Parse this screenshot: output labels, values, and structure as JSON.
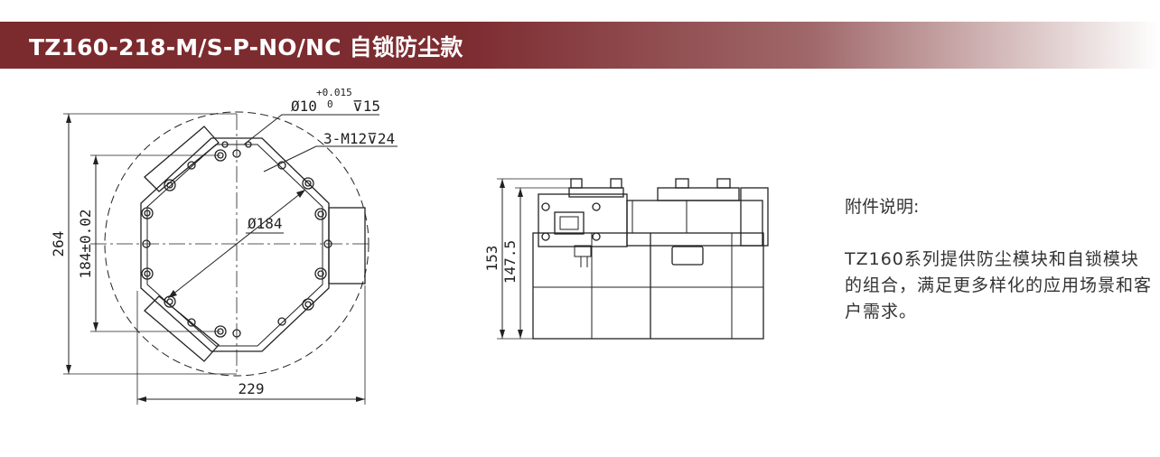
{
  "title": "TZ160-218-M/S-P-NO/NC 自锁防尘款",
  "top_view": {
    "hole_callout_main": "Ø10",
    "hole_callout_tol_upper": "+0.015",
    "hole_callout_tol_lower": "0",
    "hole_callout_depth": "⊽15",
    "thread_callout": "3-M12⊽24",
    "diameter_label": "Ø184",
    "dim_overall_height": "264",
    "dim_inner_height": "184±0.02",
    "dim_width": "229"
  },
  "side_view": {
    "dim_overall_height": "153",
    "dim_body_height": "147.5"
  },
  "notes": {
    "heading": "附件说明:",
    "body": "TZ160系列提供防尘模块和自锁模块的组合，满足更多样化的应用场景和客户需求。"
  }
}
